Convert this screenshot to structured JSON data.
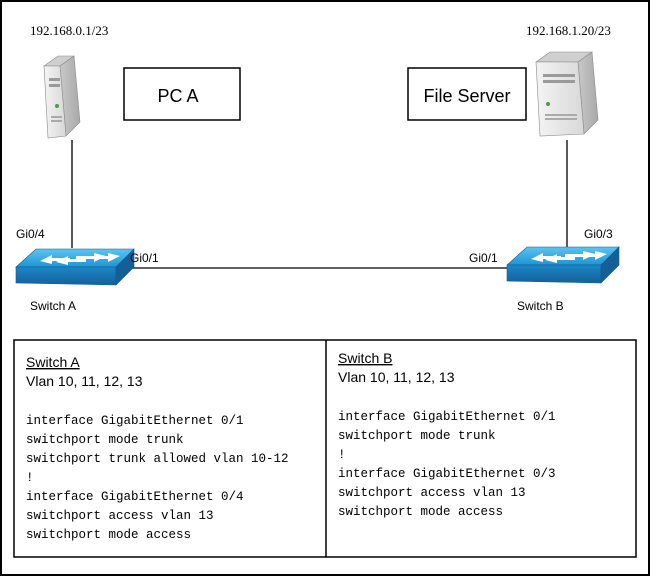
{
  "pc": {
    "ip": "192.168.0.1/23",
    "label": "PC A"
  },
  "server": {
    "ip": "192.168.1.20/23",
    "label": "File Server"
  },
  "switch_a": {
    "label": "Switch A",
    "port_up": "Gi0/4",
    "port_trunk": "Gi0/1"
  },
  "switch_b": {
    "label": "Switch B",
    "port_up": "Gi0/3",
    "port_trunk": "Gi0/1"
  },
  "config_a": {
    "title": "Switch A",
    "vlans": "Vlan 10,  11,  12,  13",
    "lines": [
      "interface GigabitEthernet 0/1",
      "switchport mode trunk",
      "switchport trunk allowed vlan 10-12",
      "!",
      "interface GigabitEthernet 0/4",
      "switchport access vlan 13",
      "switchport mode access"
    ]
  },
  "config_b": {
    "title": "Switch B",
    "vlans": "Vlan 10,  11,  12,  13",
    "lines": [
      "interface GigabitEthernet 0/1",
      "switchport mode trunk",
      "!",
      "interface GigabitEthernet 0/3",
      "switchport access vlan 13",
      "switchport mode access"
    ]
  },
  "colors": {
    "switch_top": "#29a9e1",
    "switch_side": "#1b78b8",
    "tower_body": "#e6e6e6",
    "tower_side": "#bdbdbd"
  },
  "icons": {
    "pc": "server-tower-icon",
    "server": "server-tower-icon",
    "switch": "network-switch-icon"
  }
}
